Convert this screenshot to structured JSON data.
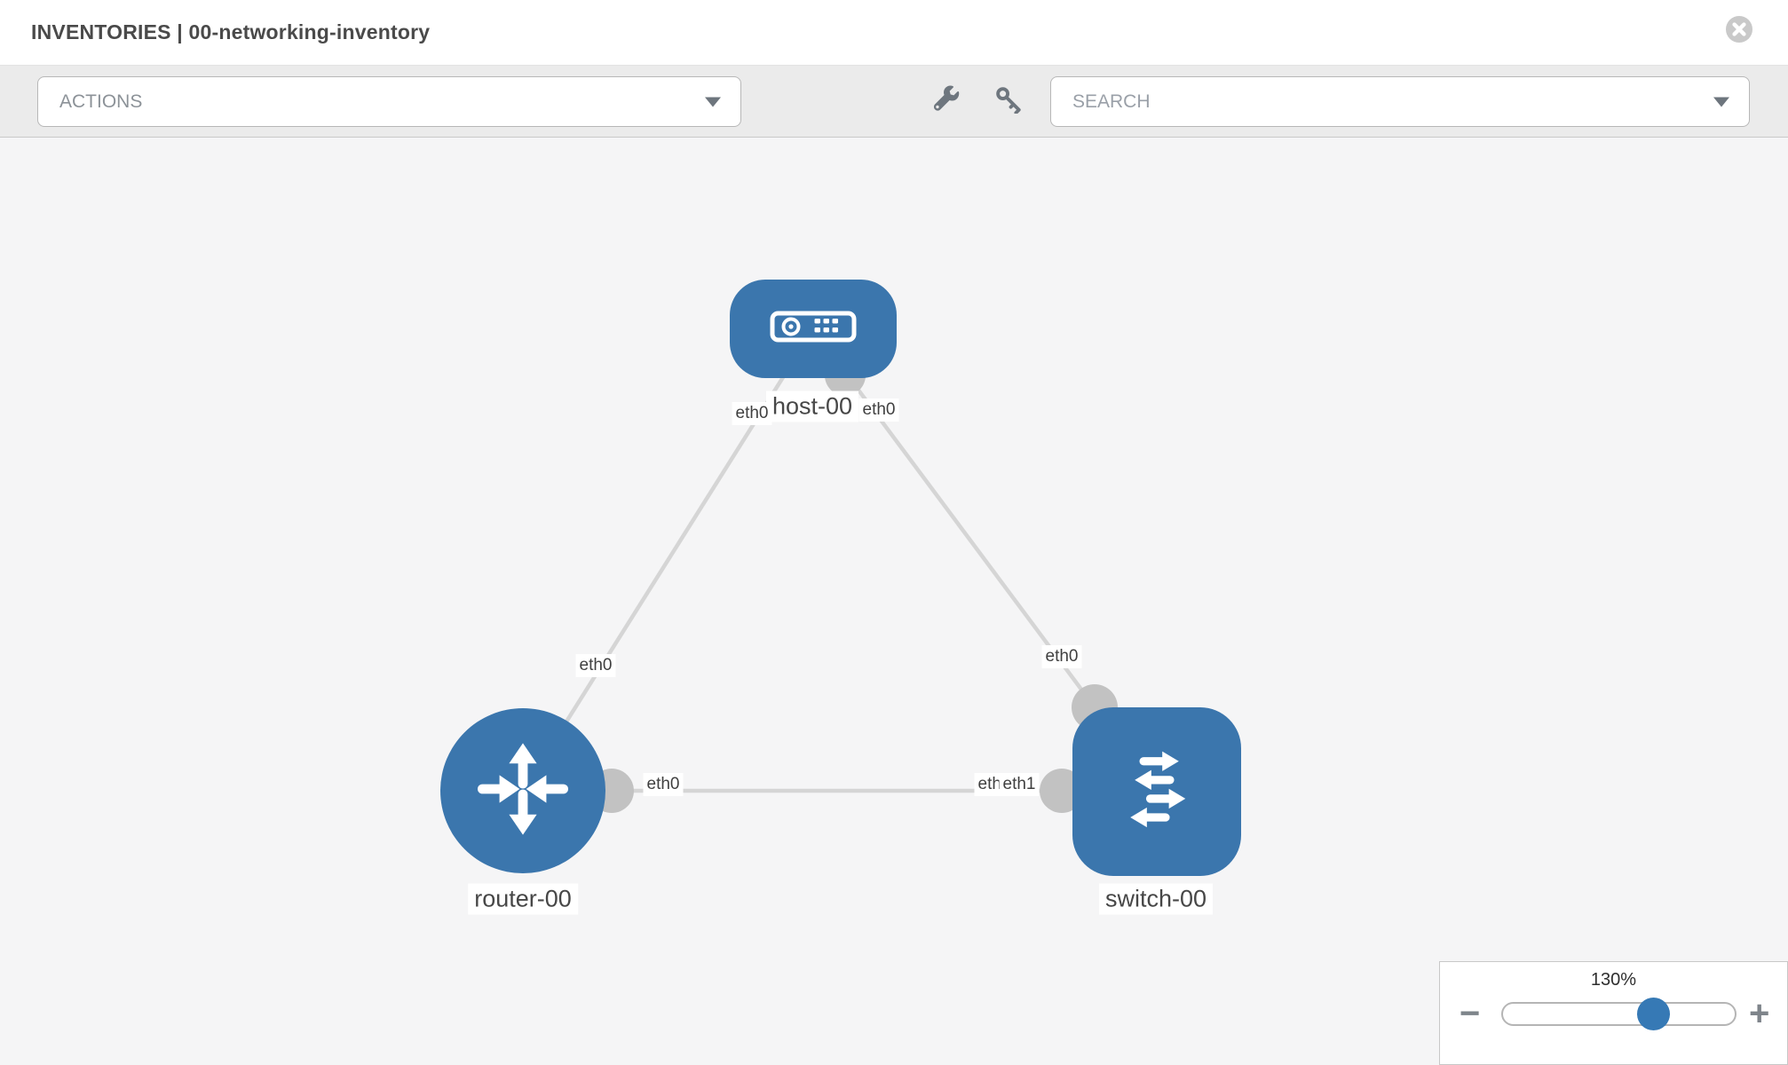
{
  "window": {
    "title": "INVENTORIES | 00-networking-inventory",
    "close_icon": "close-icon"
  },
  "toolbar": {
    "actions": {
      "label": "ACTIONS",
      "caret_icon": "chevron-down-icon"
    },
    "tools": {
      "wrench_icon": "wrench-icon",
      "key_icon": "key-icon"
    },
    "search": {
      "placeholder": "SEARCH",
      "caret_icon": "chevron-down-icon"
    }
  },
  "topology": {
    "nodes": [
      {
        "label": "host-00",
        "type": "host",
        "icon": "host-icon"
      },
      {
        "label": "router-00",
        "type": "router",
        "icon": "router-icon"
      },
      {
        "label": "switch-00",
        "type": "switch",
        "icon": "switch-icon"
      }
    ],
    "links": [
      {
        "from": "router-00",
        "from_iface": "eth0",
        "to": "host-00",
        "to_iface": "eth0"
      },
      {
        "from": "host-00",
        "from_iface": "eth0",
        "to": "switch-00",
        "to_iface": "eth0"
      },
      {
        "from": "router-00",
        "from_iface": "eth0",
        "to": "switch-00",
        "to_iface": "eth1",
        "to_iface_occluded": "eth0"
      }
    ]
  },
  "zoom_control": {
    "level_label": "130%",
    "percent": 130,
    "minus_label": "−",
    "plus_label": "+"
  },
  "colors": {
    "node_blue": "#3b76ad",
    "link_gray": "#d5d5d5",
    "interface_gray": "#c2c2c2",
    "canvas_bg": "#f5f5f6",
    "toolbar_bg": "#ebebeb",
    "slider_thumb_blue": "#3679b5",
    "icon_gray": "#6e767e"
  }
}
